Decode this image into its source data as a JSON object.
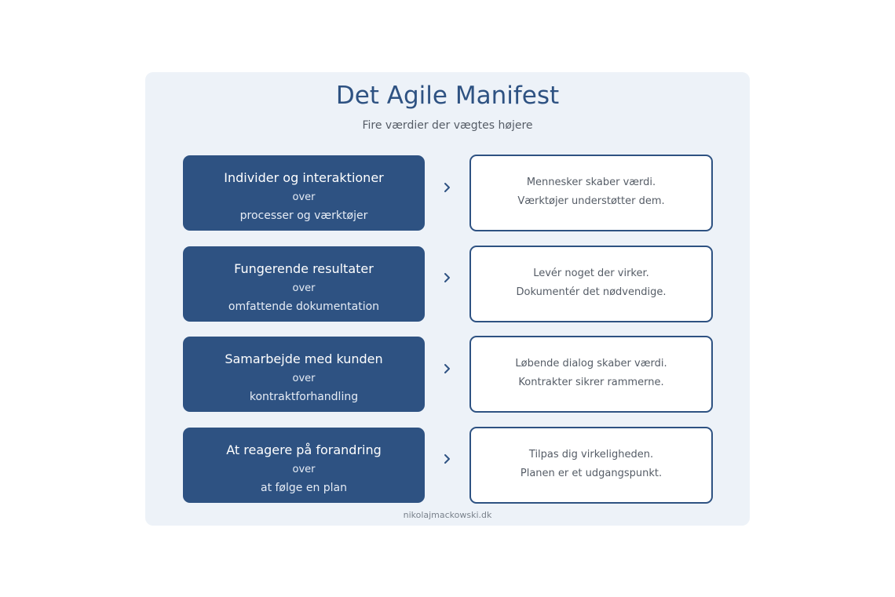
{
  "title": "Det Agile Manifest",
  "subtitle": "Fire værdier der vægtes højere",
  "values": [
    {
      "main": "Individer og interaktioner",
      "over": "over",
      "sub": "processer og værktøjer",
      "explanation": [
        "Mennesker skaber værdi.",
        "Værktøjer understøtter dem."
      ]
    },
    {
      "main": "Fungerende resultater",
      "over": "over",
      "sub": "omfattende dokumentation",
      "explanation": [
        "Levér noget der virker.",
        "Dokumentér det nødvendige."
      ]
    },
    {
      "main": "Samarbejde med kunden",
      "over": "over",
      "sub": "kontraktforhandling",
      "explanation": [
        "Løbende dialog skaber værdi.",
        "Kontrakter sikrer rammerne."
      ]
    },
    {
      "main": "At reagere på forandring",
      "over": "over",
      "sub": "at følge en plan",
      "explanation": [
        "Tilpas dig virkeligheden.",
        "Planen er et udgangspunkt."
      ]
    }
  ],
  "arrow_icon": "chevron-right-icon",
  "footer": "nikolajmackowski.dk",
  "colors": {
    "primary": "#2e5282",
    "panel_background": "#edf2f8",
    "muted_text": "#555c66"
  }
}
